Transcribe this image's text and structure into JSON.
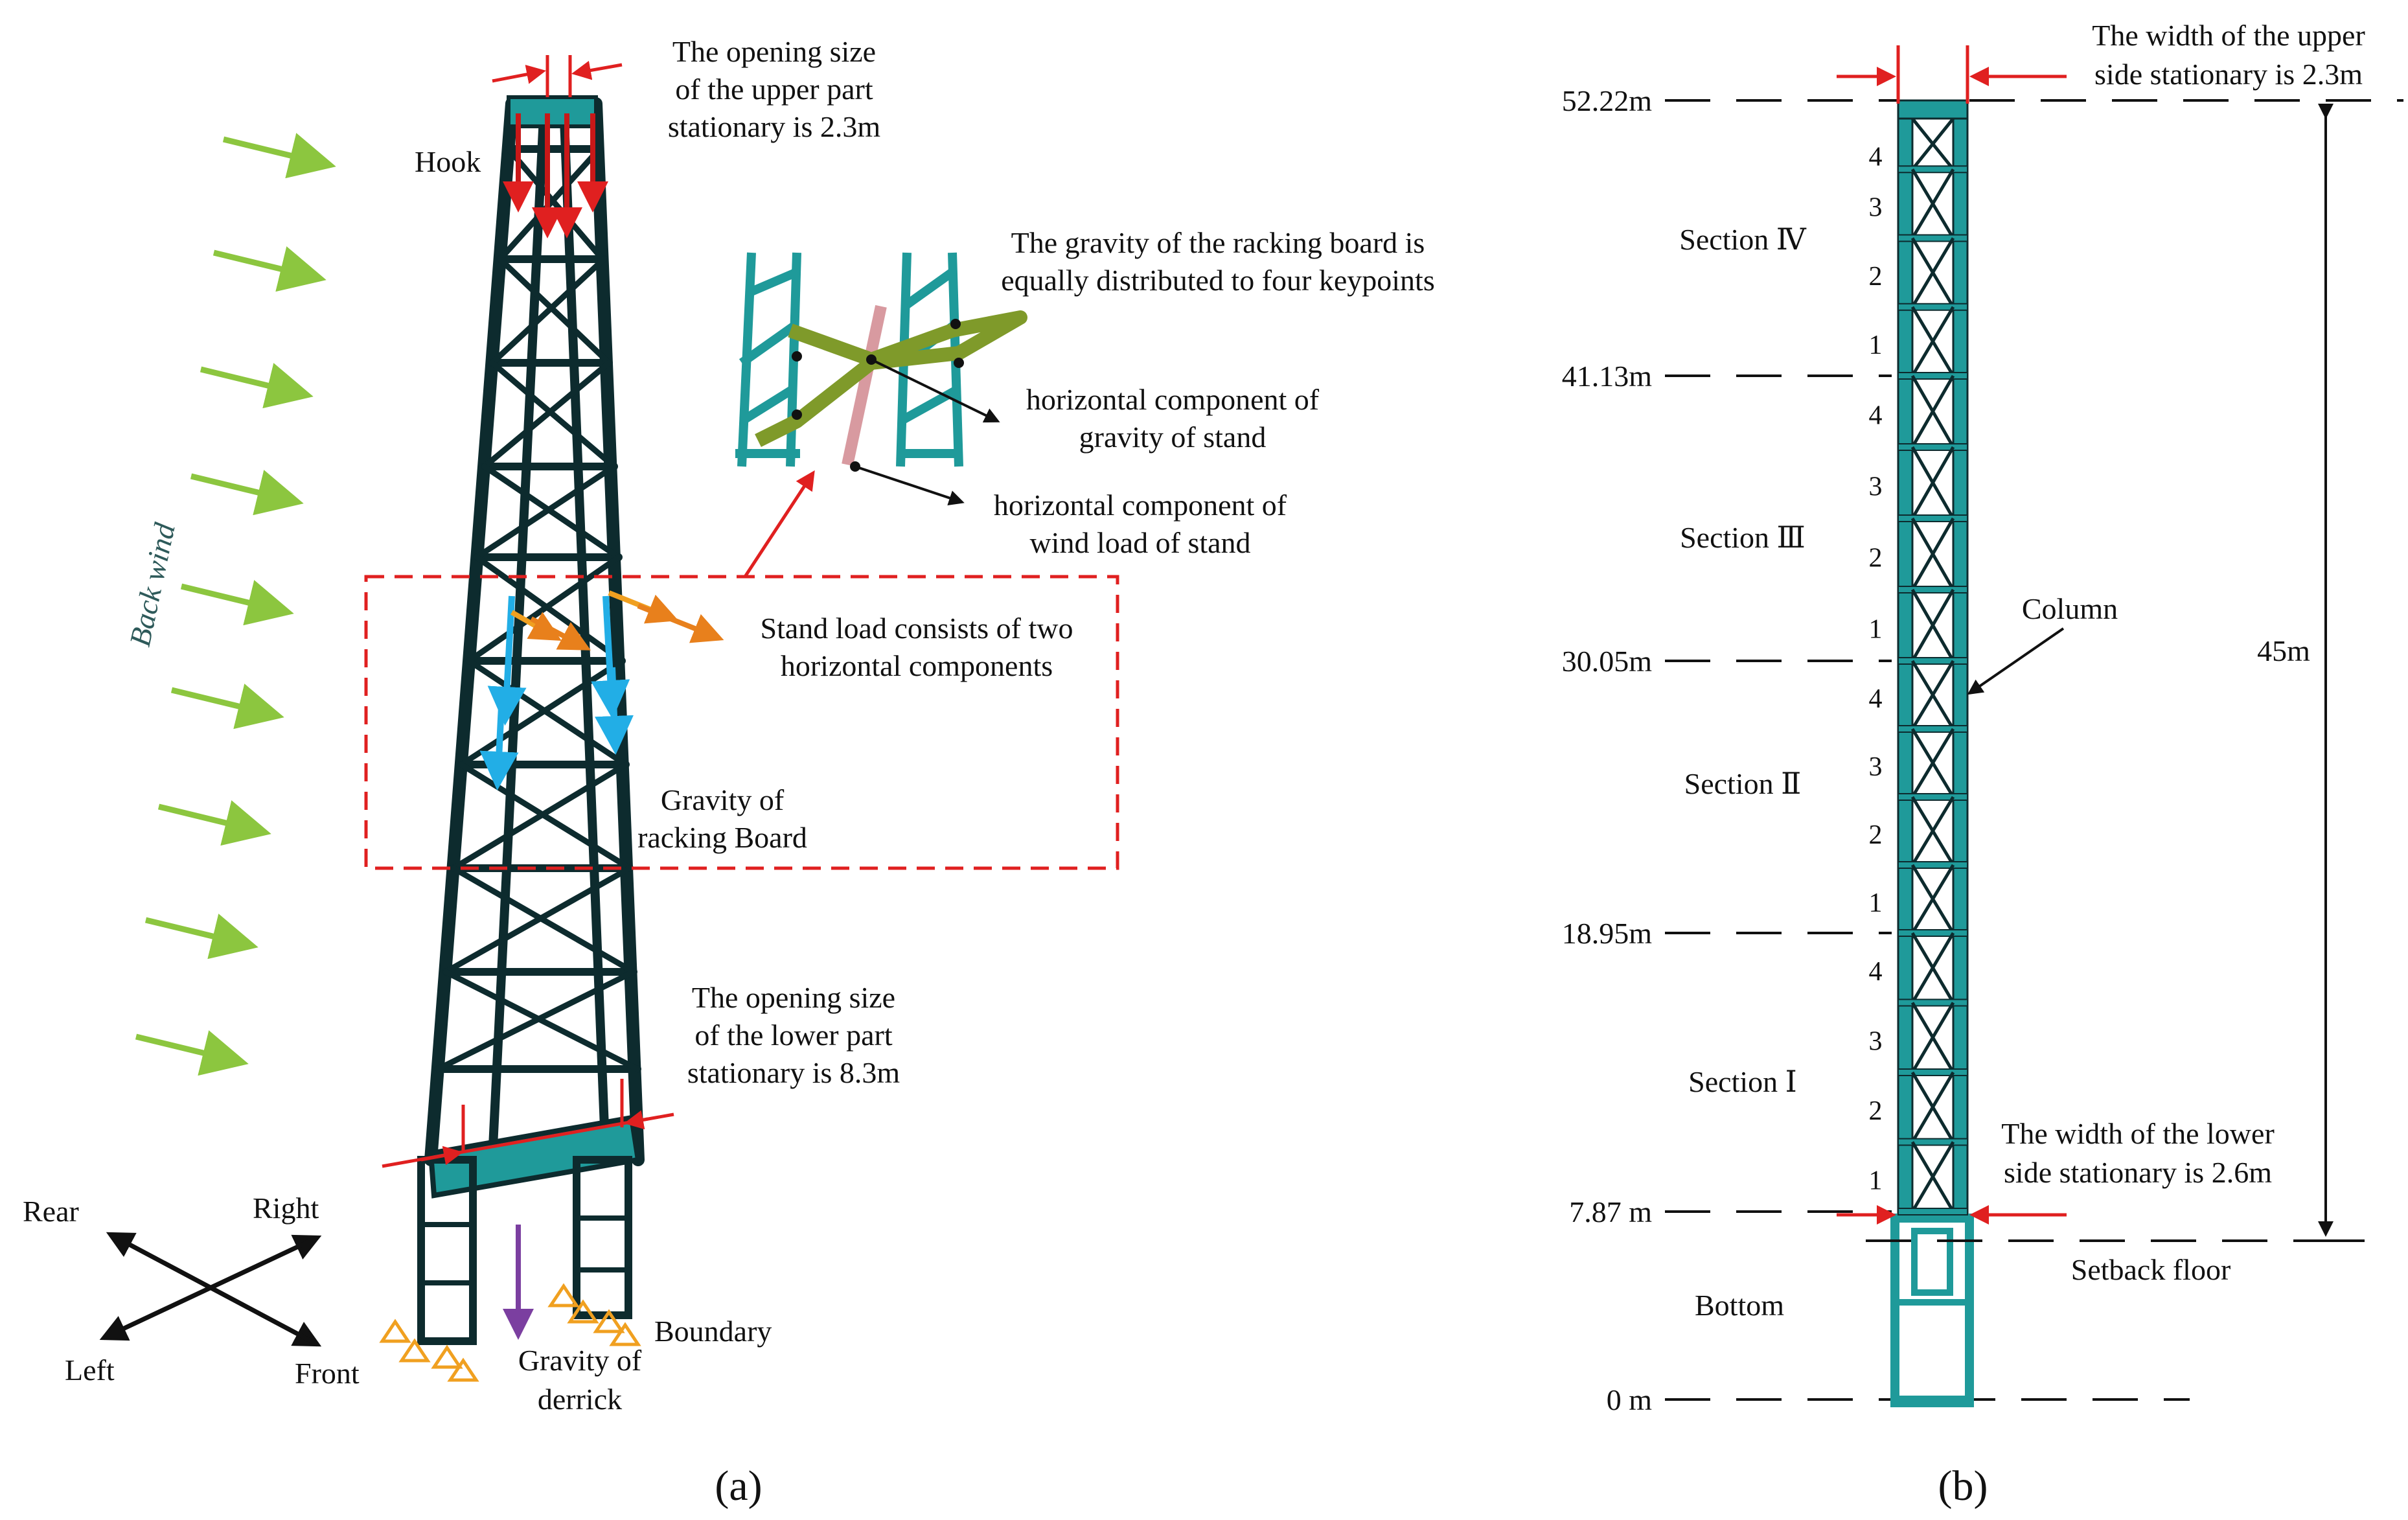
{
  "panel_a": {
    "caption": "(a)",
    "labels": {
      "hook": "Hook",
      "upper_opening": [
        "The opening size",
        "of the upper part",
        "stationary is 2.3m"
      ],
      "back_wind": "Back wind",
      "racking_gravity_note": [
        "The gravity of the racking board is",
        "equally distributed to four keypoints"
      ],
      "horiz_gravity": [
        "horizontal component of",
        "gravity of stand"
      ],
      "horiz_wind": [
        "horizontal component of",
        "wind load of stand"
      ],
      "stand_load": [
        "Stand load consists of two",
        "horizontal components"
      ],
      "gravity_racking": [
        "Gravity of",
        "racking Board"
      ],
      "lower_opening": [
        "The opening size",
        "of the lower part",
        "stationary is 8.3m"
      ],
      "gravity_derrick": [
        "Gravity of",
        "derrick"
      ],
      "boundary": "Boundary"
    },
    "compass": {
      "rear": "Rear",
      "right": "Right",
      "left": "Left",
      "front": "Front"
    }
  },
  "panel_b": {
    "caption": "(b)",
    "upper_width": [
      "The width of the upper",
      "side stationary is 2.3m"
    ],
    "lower_width": [
      "The width of the lower",
      "side stationary is 2.6m"
    ],
    "column": "Column",
    "overall_height": "45m",
    "setback_floor": "Setback floor",
    "bottom": "Bottom",
    "elevations": [
      {
        "label": "52.22m",
        "value": 52.22
      },
      {
        "label": "41.13m",
        "value": 41.13
      },
      {
        "label": "30.05m",
        "value": 30.05
      },
      {
        "label": "18.95m",
        "value": 18.95
      },
      {
        "label": "7.87 m",
        "value": 7.87
      },
      {
        "label": "0 m",
        "value": 0
      }
    ],
    "sections": [
      "Section Ⅳ",
      "Section Ⅲ",
      "Section Ⅱ",
      "Section Ⅰ"
    ],
    "section_numbers": [
      "4",
      "3",
      "2",
      "1"
    ]
  },
  "colors": {
    "frame": "#0d2b2e",
    "frame_light": "#1f9a9a",
    "wind_arrow": "#8cc63f",
    "red": "#e02020",
    "blue": "#22aee6",
    "orange": "#f0a020",
    "purple": "#7b3fa0",
    "olive": "#7f9a2a",
    "pink": "#d89aa0"
  }
}
